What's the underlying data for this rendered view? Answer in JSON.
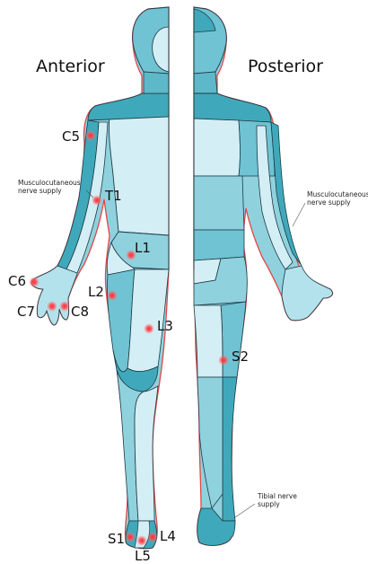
{
  "views": {
    "anterior": "Anterior",
    "posterior": "Posterior"
  },
  "dermatomes": {
    "c5": "C5",
    "t1": "T1",
    "l1": "L1",
    "l2": "L2",
    "l3": "L3",
    "c6": "C6",
    "c7": "C7",
    "c8": "C8",
    "s1": "S1",
    "l4": "L4",
    "l5": "L5",
    "s2": "S2"
  },
  "notes": {
    "musculocutaneous_anterior": [
      "Musculocutaneous",
      "nerve supply"
    ],
    "musculocutaneous_posterior": [
      "Musculocutaneous",
      "nerve supply"
    ],
    "tibial": [
      "Tibial nerve",
      "supply"
    ]
  },
  "colors": {
    "skin_light": "#d4eef5",
    "skin_mid": "#8fd2de",
    "skin_dark": "#3fa9bb",
    "outline": "#e04848",
    "marker": "#e8343c"
  }
}
